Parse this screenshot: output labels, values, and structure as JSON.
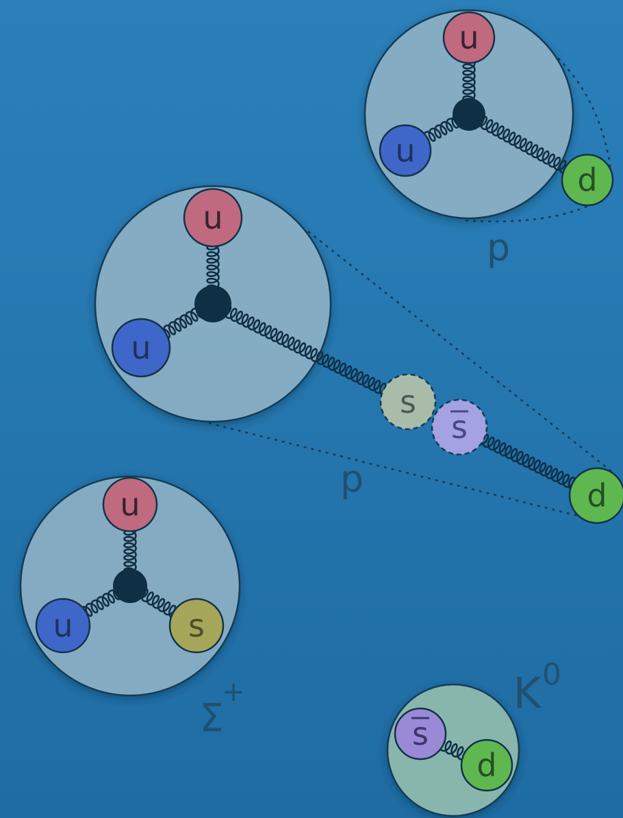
{
  "colors": {
    "background_top": "#2b7fb8",
    "background_bottom": "#1f6ea6",
    "hadron_fill": "#8fb4c7",
    "kaon_fill": "#8fbcb0",
    "junction": "#0f2f44",
    "up_quark": "#bf6a7f",
    "down_quark": "#5fb84f",
    "strange_quark": "#a6a65a",
    "strange_pair": "#a9bcaa",
    "antistrange_quark": "#9a8ad6",
    "blue_quark": "#3f67c9",
    "label_text": "#21506f"
  },
  "labels": {
    "proton_top": "p",
    "proton_middle": "p",
    "sigma": "Σ",
    "sigma_charge": "+",
    "kaon": "K",
    "kaon_charge": "0"
  },
  "quarks": {
    "p1_u_top": "u",
    "p1_u_left": "u",
    "p1_d": "d",
    "p2_u_top": "u",
    "p2_u_left": "u",
    "pair_s": "s",
    "pair_sbar": "s",
    "p2_d": "d",
    "sigma_u_top": "u",
    "sigma_u_left": "u",
    "sigma_s": "s",
    "kaon_sbar": "s",
    "kaon_d": "d"
  }
}
